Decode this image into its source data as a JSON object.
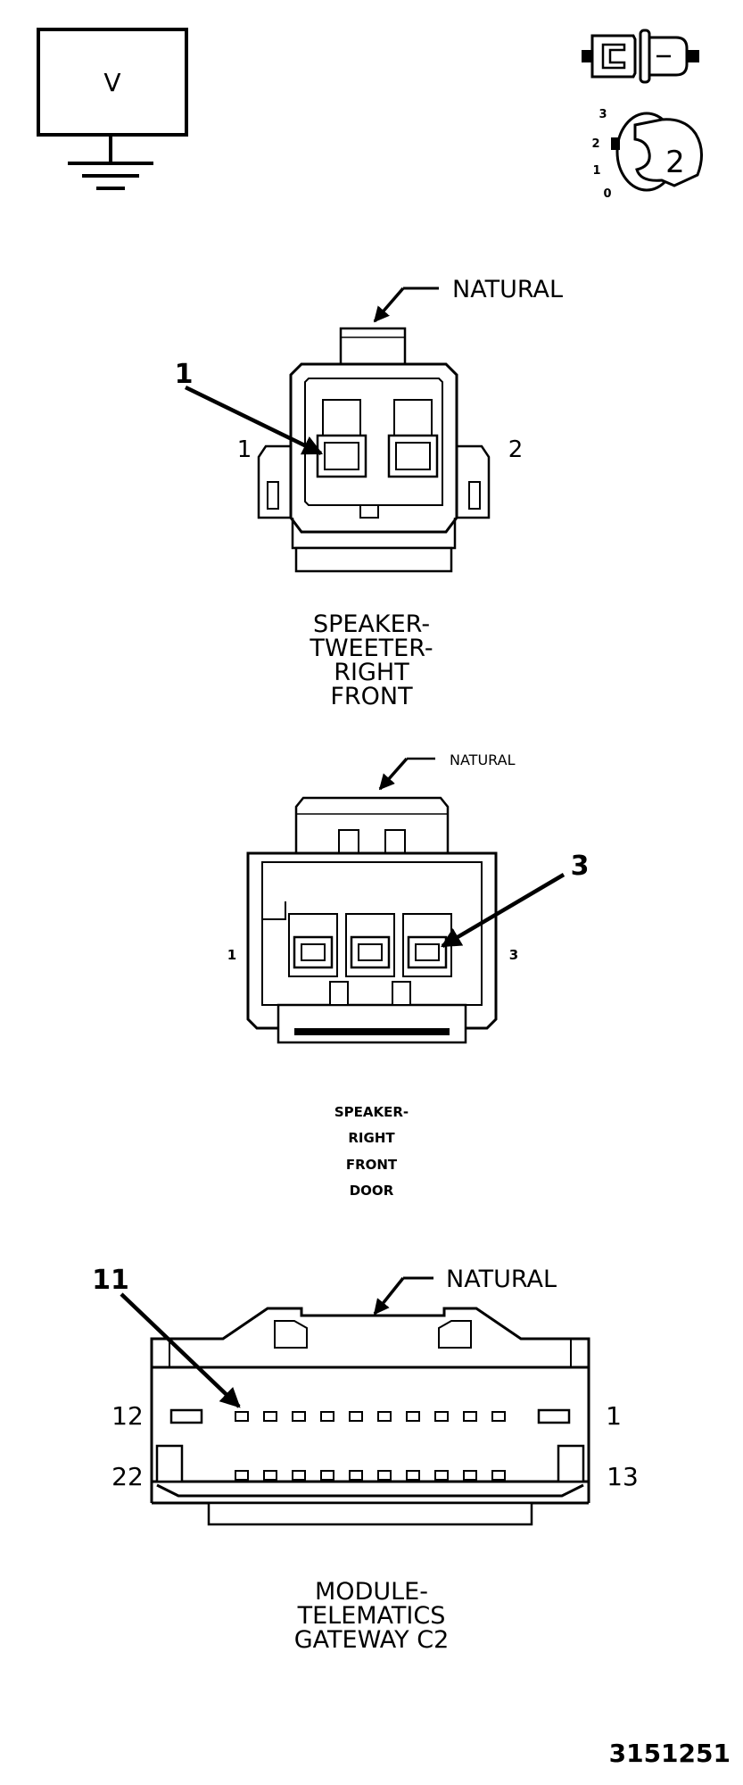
{
  "legend": {
    "meter_label": "V",
    "ignition_positions": [
      "3",
      "2",
      "1",
      "0"
    ],
    "key_position": "2"
  },
  "connectors": [
    {
      "id": "tweeter",
      "natural_label": "NATURAL",
      "callout": "1",
      "pin_left": "1",
      "pin_right": "2",
      "caption": [
        "SPEAKER-",
        "TWEETER-",
        "RIGHT",
        "FRONT"
      ]
    },
    {
      "id": "door",
      "natural_label": "NATURAL",
      "callout": "3",
      "pin_left": "1",
      "pin_right": "3",
      "caption": [
        "SPEAKER-",
        "RIGHT",
        "FRONT",
        "DOOR"
      ]
    },
    {
      "id": "telematics",
      "natural_label": "NATURAL",
      "callout": "11",
      "pin_top_left": "12",
      "pin_top_right": "1",
      "pin_bottom_left": "22",
      "pin_bottom_right": "13",
      "caption": [
        "MODULE-",
        "TELEMATICS",
        "GATEWAY C2"
      ]
    }
  ],
  "figure_number": "3151251"
}
